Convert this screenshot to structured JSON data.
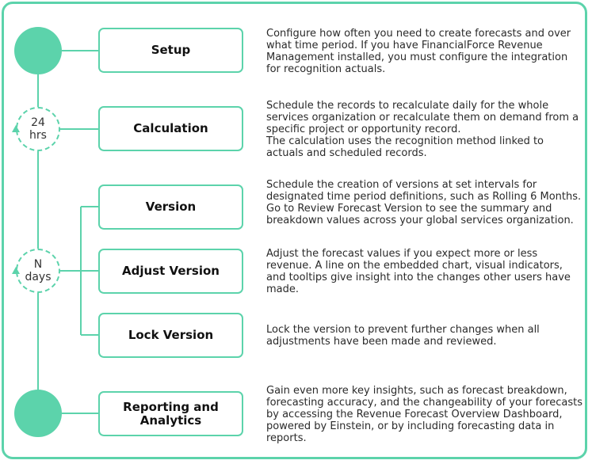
{
  "colors": {
    "accent": "#5cd3ab",
    "text": "#222222"
  },
  "timers": {
    "daily": {
      "top": "24",
      "bottom": "hrs"
    },
    "interval": {
      "top": "N",
      "bottom": "days"
    }
  },
  "steps": [
    {
      "label": "Setup",
      "description": "Configure how often you need to create forecasts and over what time period. If you have FinancialForce Revenue Management installed, you must configure the integration for recognition actuals."
    },
    {
      "label": "Calculation",
      "description": "Schedule the records to recalculate daily for the whole services organization or recalculate them on demand from a specific project or opportunity record.\nThe calculation uses the recognition method linked to actuals and scheduled records."
    },
    {
      "label": "Version",
      "description": "Schedule the creation of versions at set intervals for designated time period definitions, such as Rolling 6 Months. Go to Review Forecast Version to see the summary and breakdown values across your global services organization."
    },
    {
      "label": "Adjust Version",
      "description": "Adjust the forecast values if you expect more or less revenue. A line on the embedded chart, visual indicators, and tooltips give insight into the changes other users have made."
    },
    {
      "label": "Lock Version",
      "description": "Lock the version to prevent further changes when all adjustments have been made and reviewed."
    },
    {
      "label": "Reporting and Analytics",
      "description": "Gain even more key insights, such as forecast breakdown, forecasting accuracy, and the changeability of your forecasts by accessing the Revenue Forecast Overview Dashboard, powered by Einstein, or by including forecasting data in reports."
    }
  ]
}
